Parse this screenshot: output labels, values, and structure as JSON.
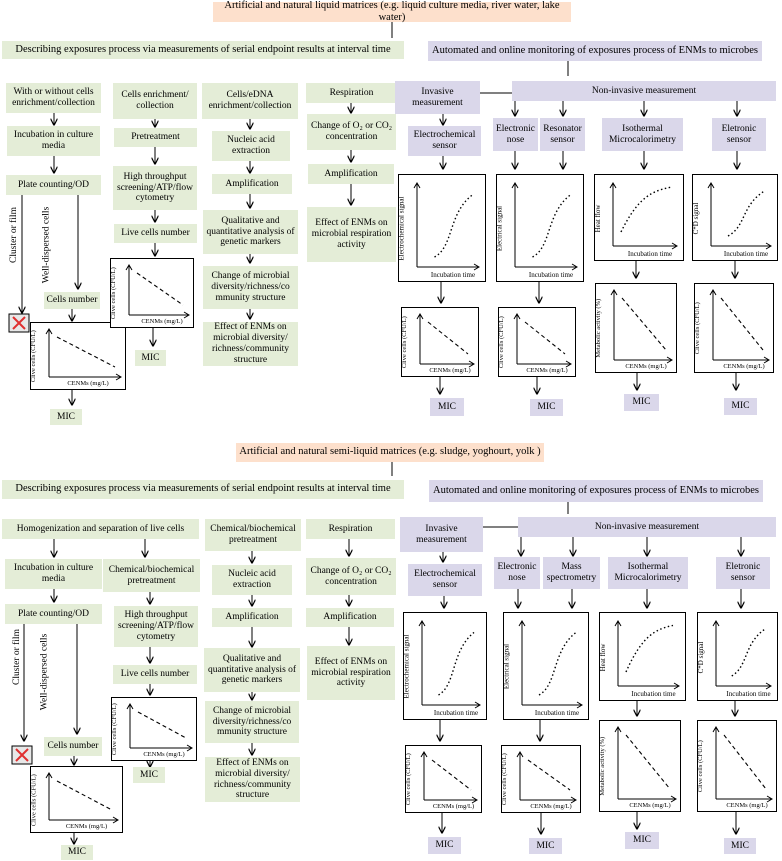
{
  "top": {
    "header": "Artificial and natural liquid matrices (e.g. liquid culture media, river water, lake water)",
    "left_title": "Describing exposures process via measurements of serial endpoint results at interval time",
    "right_title": "Automated and online monitoring of exposures process of ENMs to microbes",
    "col1": [
      "With or without cells enrichment/collection",
      "Incubation in culture media",
      "Plate counting/OD",
      "Cells number",
      "MIC"
    ],
    "col1_branch_left": "Cluster or film",
    "col1_branch_right": "Well-dispersed cells",
    "col2": [
      "Cells enrichment/ collection",
      "Pretreatment",
      "High throughput screening/ATP/flow cytometry",
      "Live cells number",
      "MIC"
    ],
    "col3": [
      "Cells/eDNA enrichment/collection",
      "Nucleic acid extraction",
      "Amplification",
      "Qualitative and quantitative analysis of genetic markers",
      "Change of microbial diversity/richness/co mmunity structure",
      "Effect of ENMs on microbial diversity/ richness/community structure"
    ],
    "col4": [
      "Respiration",
      "Change of O₂ or CO₂ concentration",
      "Amplification",
      "Effect of ENMs on microbial respiration activity"
    ],
    "invasive": "Invasive measurement",
    "noninvasive": "Non-invasive measurement",
    "sensors": [
      "Electrochemical sensor",
      "Electronic nose",
      "Resonator sensor",
      "Isothermal Microcalorimetry",
      "Eletronic sensor"
    ],
    "mic": "MIC"
  },
  "bottom": {
    "header": "Artificial and natural semi-liquid matrices (e.g. sludge, yoghourt, yolk )",
    "left_title": "Describing exposures process via measurements of serial endpoint results at interval time",
    "right_title": "Automated and online monitoring of exposures process of ENMs to microbes",
    "homog": "Homogenization and separation of live cells",
    "col1": [
      "Incubation in culture media",
      "Plate counting/OD",
      "Cells number",
      "MIC"
    ],
    "col1_branch_left": "Cluster or film",
    "col1_branch_right": "Well-dispersed cells",
    "col2": [
      "Chemical/biochemical pretreatment",
      "High throughput screening/ATP/flow cytometry",
      "Live cells number",
      "MIC"
    ],
    "col3": [
      "Chemical/biochemical pretreatment",
      "Nucleic acid extraction",
      "Amplification",
      "Qualitative and quantitative analysis of genetic markers",
      "Change of microbial diversity/richness/co mmunity structure",
      "Effect of ENMs on microbial diversity/ richness/community structure"
    ],
    "col4": [
      "Respiration",
      "Change of O₂ or CO₂ concentration",
      "Amplification",
      "Effect of ENMs on microbial respiration activity"
    ],
    "invasive": "Invasive measurement",
    "noninvasive": "Non-invasive measurement",
    "sensors": [
      "Electrochemical sensor",
      "Electronic nose",
      "Mass spectrometry",
      "Isothermal Microcalorimetry",
      "Eletronic sensor"
    ],
    "mic": "MIC"
  },
  "axes": {
    "electrochemical_signal": "Electrochemical signal",
    "electrical_signal": "Electrical signal",
    "heat_flow": "Heat flow",
    "cd_signal": "C*D signal",
    "incubation_time": "Incubation time",
    "live_cells_y": "Clive cells (CFU/L)",
    "enm_x": "CENMs (mg/L)",
    "metabolic_activity": "Metabolic activity (%)"
  },
  "colors": {
    "green_box": "#e4edd7",
    "purple_box": "#dad7ea",
    "orange_box": "#fde0cc",
    "cross": "#e03030"
  }
}
